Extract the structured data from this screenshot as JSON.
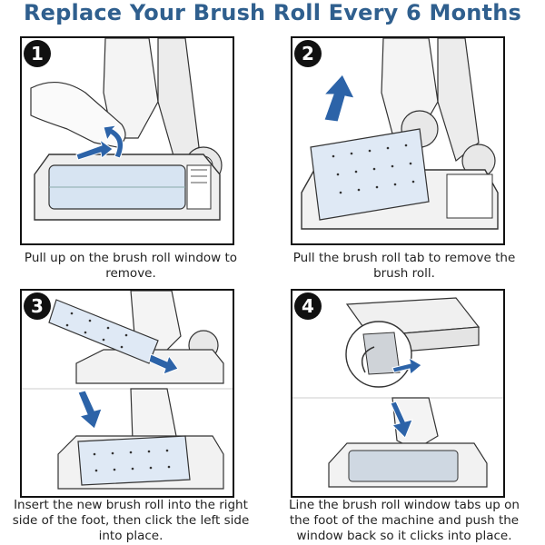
{
  "title": "Replace Your Brush Roll Every 6 Months",
  "steps": [
    {
      "number": "1",
      "caption": "Pull up on the brush roll window to remove."
    },
    {
      "number": "2",
      "caption": "Pull the brush roll tab to remove the brush roll."
    },
    {
      "number": "3",
      "caption": "Insert the new brush roll into the right side of the foot, then click the left side into place."
    },
    {
      "number": "4",
      "caption": "Line the brush roll window tabs up on the foot of the machine and push the window back so it clicks into place."
    }
  ],
  "colors": {
    "title": "#2f5f8e",
    "arrow": "#2c63a8",
    "brush": "#d7e4f2"
  }
}
